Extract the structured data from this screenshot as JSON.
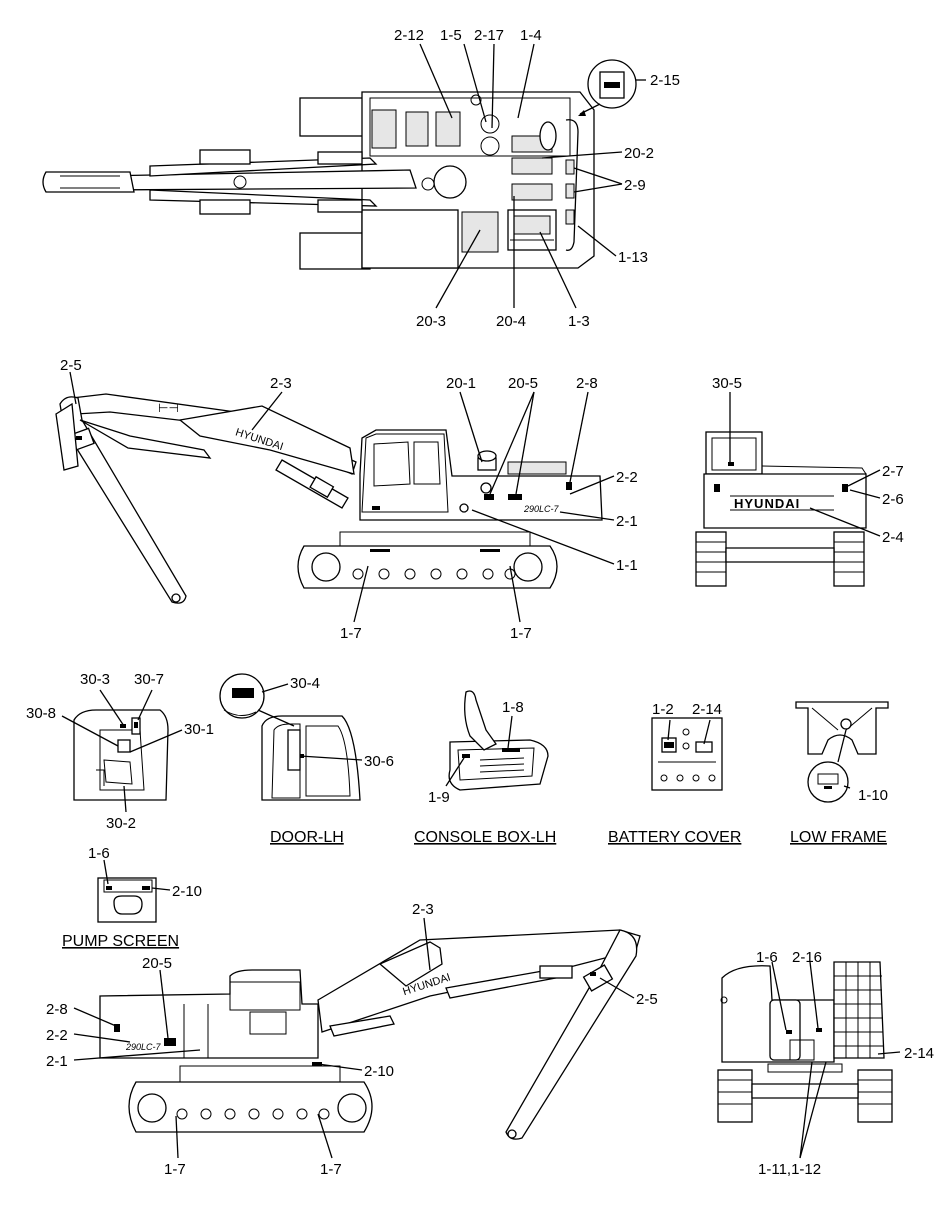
{
  "labels": {
    "top_2_12": "2-12",
    "top_1_5": "1-5",
    "top_2_17": "2-17",
    "top_1_4": "1-4",
    "top_2_15": "2-15",
    "top_20_2": "20-2",
    "top_2_9": "2-9",
    "top_1_13": "1-13",
    "top_20_3": "20-3",
    "top_20_4": "20-4",
    "top_1_3": "1-3",
    "side_2_5": "2-5",
    "side_2_3": "2-3",
    "side_20_1": "20-1",
    "side_20_5": "20-5",
    "side_2_8": "2-8",
    "side_2_2": "2-2",
    "side_2_1": "2-1",
    "side_1_1": "1-1",
    "side_1_7a": "1-7",
    "side_1_7b": "1-7",
    "rear_30_5": "30-5",
    "rear_2_7": "2-7",
    "rear_2_6": "2-6",
    "rear_2_4": "2-4",
    "cab_30_3": "30-3",
    "cab_30_7": "30-7",
    "cab_30_8": "30-8",
    "cab_30_1": "30-1",
    "cab_30_2": "30-2",
    "door_30_4": "30-4",
    "door_30_6": "30-6",
    "con_1_8": "1-8",
    "con_1_9": "1-9",
    "bat_1_2": "1-2",
    "bat_2_14": "2-14",
    "low_1_10": "1-10",
    "pump_1_6": "1-6",
    "pump_2_10": "2-10",
    "rs_2_3": "2-3",
    "rs_20_5": "20-5",
    "rs_2_8": "2-8",
    "rs_2_2": "2-2",
    "rs_2_1": "2-1",
    "rs_2_10": "2-10",
    "rs_2_5": "2-5",
    "rs_1_7a": "1-7",
    "rs_1_7b": "1-7",
    "fr_1_6": "1-6",
    "fr_2_16": "2-16",
    "fr_2_14": "2-14",
    "fr_1_11": "1-11,1-12"
  },
  "captions": {
    "door": "DOOR-LH",
    "console": "CONSOLE BOX-LH",
    "battery": "BATTERY COVER",
    "low_frame": "LOW FRAME",
    "pump": "PUMP SCREEN"
  },
  "brand": {
    "main": "HYUNDAI",
    "model": "290LC-7"
  }
}
